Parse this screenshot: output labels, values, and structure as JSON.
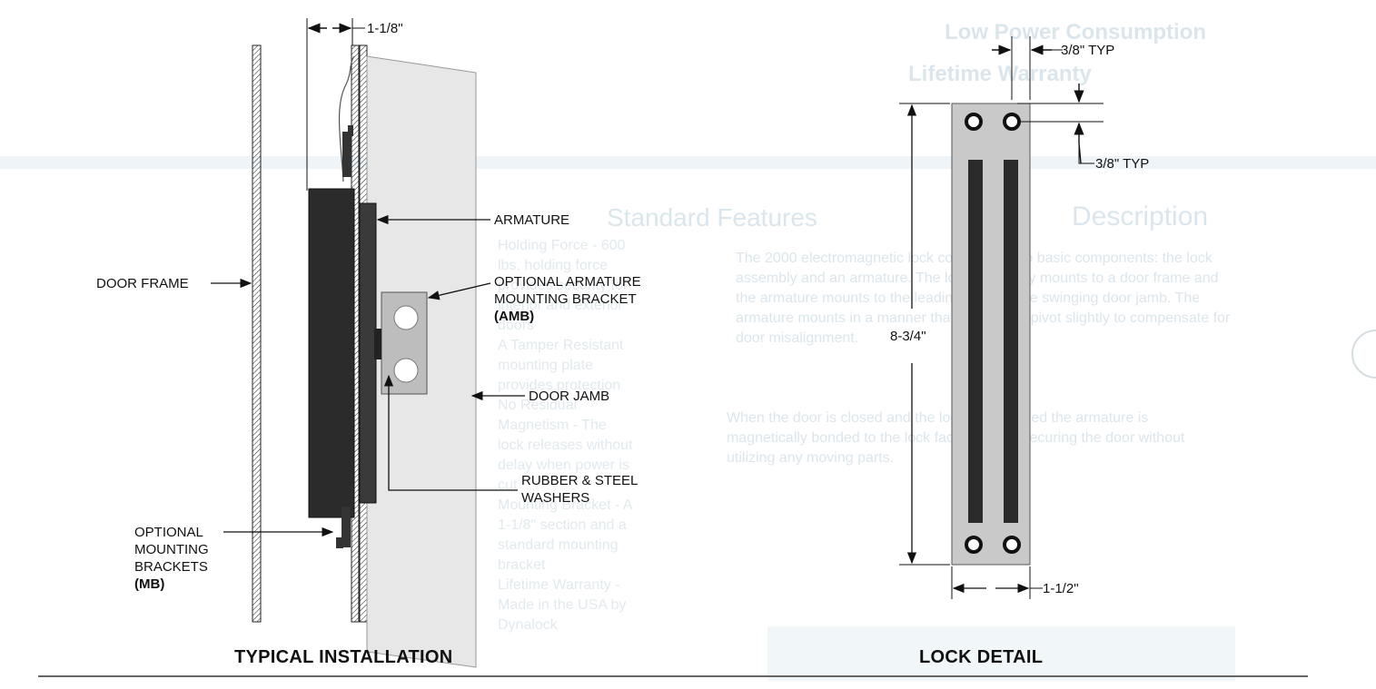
{
  "background": {
    "bullets": [
      "Low Power Consumption",
      "Lifetime Warranty"
    ],
    "description_heading": "Description",
    "description_paragraphs": [
      "The 2000 electromagnetic lock consists of two basic components: the lock assembly and an armature. The lock assembly mounts to a door frame and the armature mounts to the leading edge of the swinging door jamb. The armature mounts in a manner that allows it to pivot slightly to compensate for door misalignment.",
      "When the door is closed and the lock is energized the armature is magnetically bonded to the lock face, thereby securing the door without utilizing any moving parts."
    ],
    "features_heading": "Standard Features",
    "features": [
      "Holding Force - 600 lbs. holding force provides security for interior and exterior doors",
      "A Tamper Resistant mounting plate provides protection",
      "No Residual Magnetism - The lock releases without delay when power is cut",
      "Mounting Bracket - A 1-1/8\" section and a standard mounting bracket",
      "Lifetime Warranty - Made in the USA by Dynalock"
    ]
  },
  "left_diagram": {
    "dim_top": "1-1/8\"",
    "labels": {
      "armature": "ARMATURE",
      "door_frame": "DOOR FRAME",
      "amb_line1": "OPTIONAL ARMATURE",
      "amb_line2": "MOUNTING BRACKET",
      "amb_line3": "(AMB)",
      "door_jamb": "DOOR JAMB",
      "washers_line1": "RUBBER & STEEL",
      "washers_line2": "WASHERS",
      "mb_line1": "OPTIONAL",
      "mb_line2": "MOUNTING",
      "mb_line3": "BRACKETS",
      "mb_line4": "(MB)"
    },
    "caption": "TYPICAL INSTALLATION"
  },
  "right_diagram": {
    "dim_top": "3/8\" TYP",
    "dim_side": "3/8\" TYP",
    "dim_height": "8-3/4\"",
    "dim_width": "1-1/2\"",
    "caption": "LOCK DETAIL"
  }
}
